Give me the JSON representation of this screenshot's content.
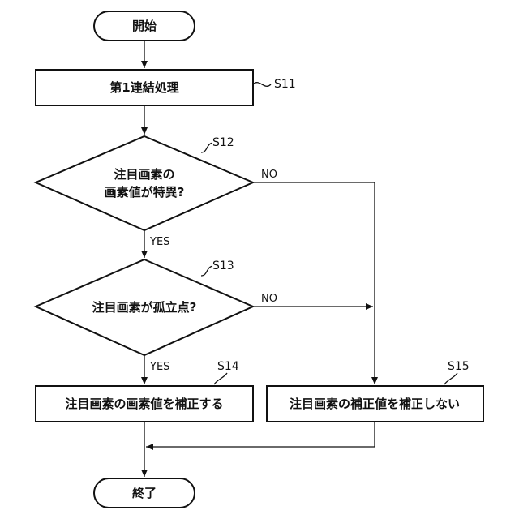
{
  "nodes": {
    "start": "開始",
    "step1": "第1連結処理",
    "decision1_line1": "注目画素の",
    "decision1_line2": "画素値が特異?",
    "decision2": "注目画素が孤立点?",
    "process_correct": "注目画素の画素値を補正する",
    "process_no_correct": "注目画素の補正値を補正しない",
    "end": "終了"
  },
  "steps": {
    "s11": "S11",
    "s12": "S12",
    "s13": "S13",
    "s14": "S14",
    "s15": "S15"
  },
  "branches": {
    "d1_yes": "YES",
    "d1_no": "NO",
    "d2_yes": "YES",
    "d2_no": "NO"
  }
}
